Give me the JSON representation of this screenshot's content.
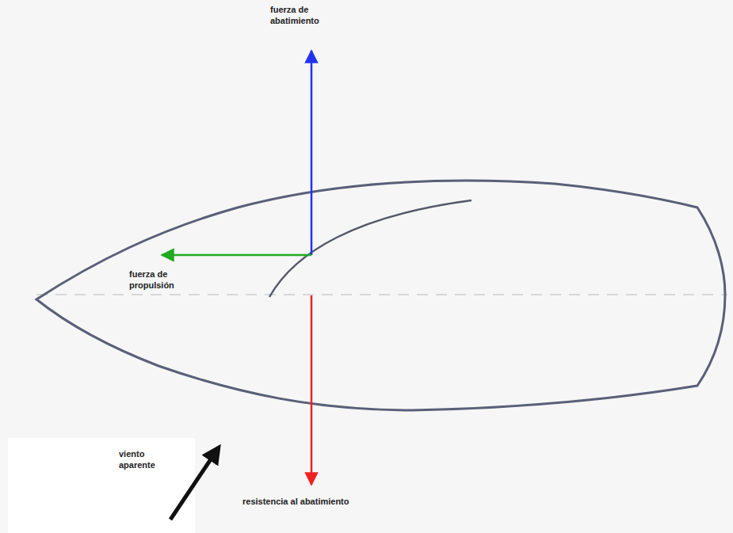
{
  "diagram": {
    "labels": [
      "fuerza de abatimiento",
      "fuerza de propulsión",
      "viento aparente",
      "resistencia al abatimiento"
    ]
  }
}
